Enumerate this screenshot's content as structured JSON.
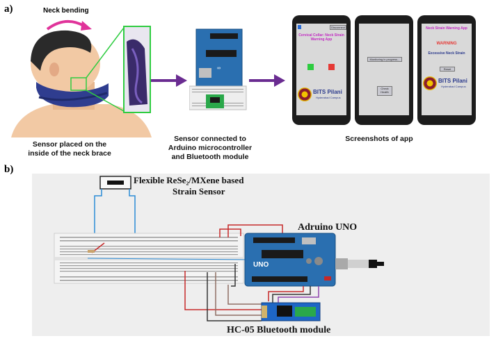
{
  "panel_a": {
    "label": "a)",
    "neck_bending": "Neck bending",
    "caption_sensor": [
      "Sensor placed on the",
      "inside of the neck brace"
    ],
    "caption_arduino": [
      "Sensor connected to",
      "Arduino microcontroller",
      "and Bluetooth module"
    ],
    "caption_app": "Screenshots of app",
    "phone1": {
      "button": "Disconnect",
      "title": [
        "Cervical Collar: Neck Strain",
        "Warning App"
      ],
      "bits": "BITS Pilani",
      "campus": "Hyderabad Campus"
    },
    "phone2": {
      "status": "Monitoring in progress...",
      "button": [
        "Check",
        "Health"
      ]
    },
    "phone3": {
      "title": "Neck Strain Warning App",
      "warning": "WARNING",
      "message": "Excessive Neck Strain",
      "button": "Reset",
      "bits": "BITS Pilani",
      "campus": "Hyderabad Campus"
    }
  },
  "panel_b": {
    "label": "b)",
    "sensor_label": [
      "Flexible ReSe₂/MXene based",
      "Strain Sensor"
    ],
    "arduino_label": "Adruino UNO",
    "hc05_label": "HC-05 Bluetooth module",
    "board_brand": "UNO"
  },
  "colors": {
    "arrow": "#6a2c91",
    "brace": "#2f3d8f",
    "skin": "#f2c9a4",
    "arduino": "#2a6fb0",
    "green_highlight": "#2ecc40"
  }
}
